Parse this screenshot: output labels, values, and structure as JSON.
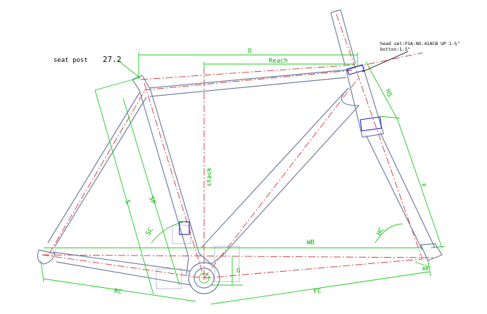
{
  "labels": {
    "seat_post": "seat post",
    "seat_post_value": "27.2",
    "head_set_line1": "head set:FSA-NO.42ACB  UP 1-⅛\"",
    "head_set_line2": "botton:1.5\"",
    "O": "O",
    "Reach": "Reach",
    "HS": "HS",
    "stack": "stack",
    "S": "S",
    "SP": "SP",
    "SC": "SC",
    "F": "F",
    "WB": "WB",
    "HC": "HC",
    "G": "G",
    "RC": "RC",
    "FC": "FC",
    "BB": "BB"
  },
  "colors": {
    "tube": "#6f7ea0",
    "centerline": "#d23030",
    "dimension": "#00b000",
    "detail_blue": "#2020d0",
    "note_text": "#000000"
  }
}
